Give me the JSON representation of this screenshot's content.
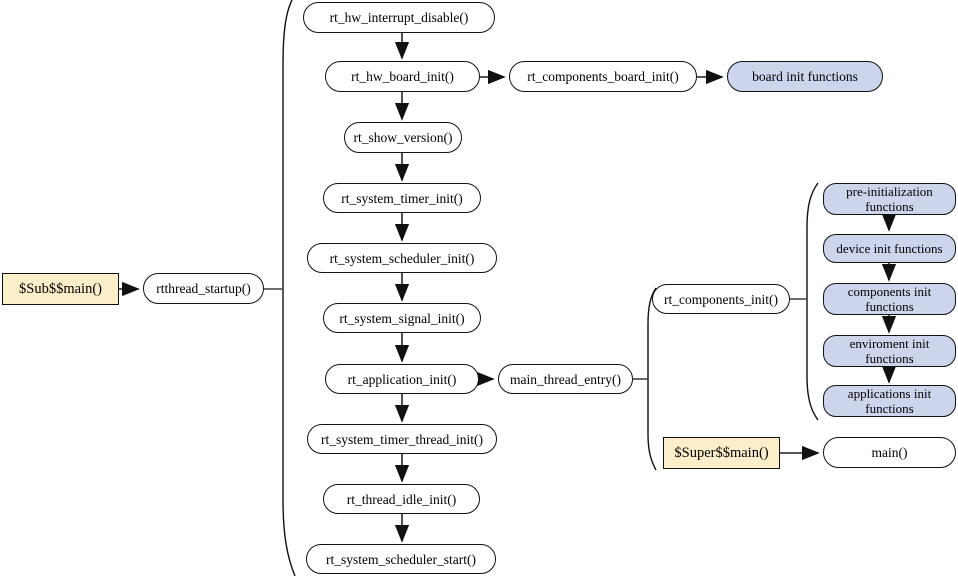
{
  "nodes": {
    "sub_main": "$Sub$$main()",
    "rtthread_startup": "rtthread_startup()",
    "rt_hw_interrupt_disable": "rt_hw_interrupt_disable()",
    "rt_hw_board_init": "rt_hw_board_init()",
    "rt_components_board_init": "rt_components_board_init()",
    "board_init_functions": "board init functions",
    "rt_show_version": "rt_show_version()",
    "rt_system_timer_init": "rt_system_timer_init()",
    "rt_system_scheduler_init": "rt_system_scheduler_init()",
    "rt_system_signal_init": "rt_system_signal_init()",
    "rt_application_init": "rt_application_init()",
    "main_thread_entry": "main_thread_entry()",
    "rt_components_init": "rt_components_init()",
    "pre_initialization_functions": "pre-initialization functions",
    "device_init_functions": "device init functions",
    "components_init_functions": "components init functions",
    "environment_init_functions": "enviroment init functions",
    "applications_init_functions": "applications init functions",
    "super_main": "$Super$$main()",
    "main": "main()",
    "rt_system_timer_thread_init": "rt_system_timer_thread_init()",
    "rt_thread_idle_init": "rt_thread_idle_init()",
    "rt_system_scheduler_start": "rt_system_scheduler_start()"
  },
  "colors": {
    "entry_fill": "#FBEEC9",
    "group_fill": "#CDD5EC",
    "node_fill": "#FFFFFF",
    "border": "#111111",
    "arrow": "#3F3F3F",
    "text": "#000000"
  }
}
